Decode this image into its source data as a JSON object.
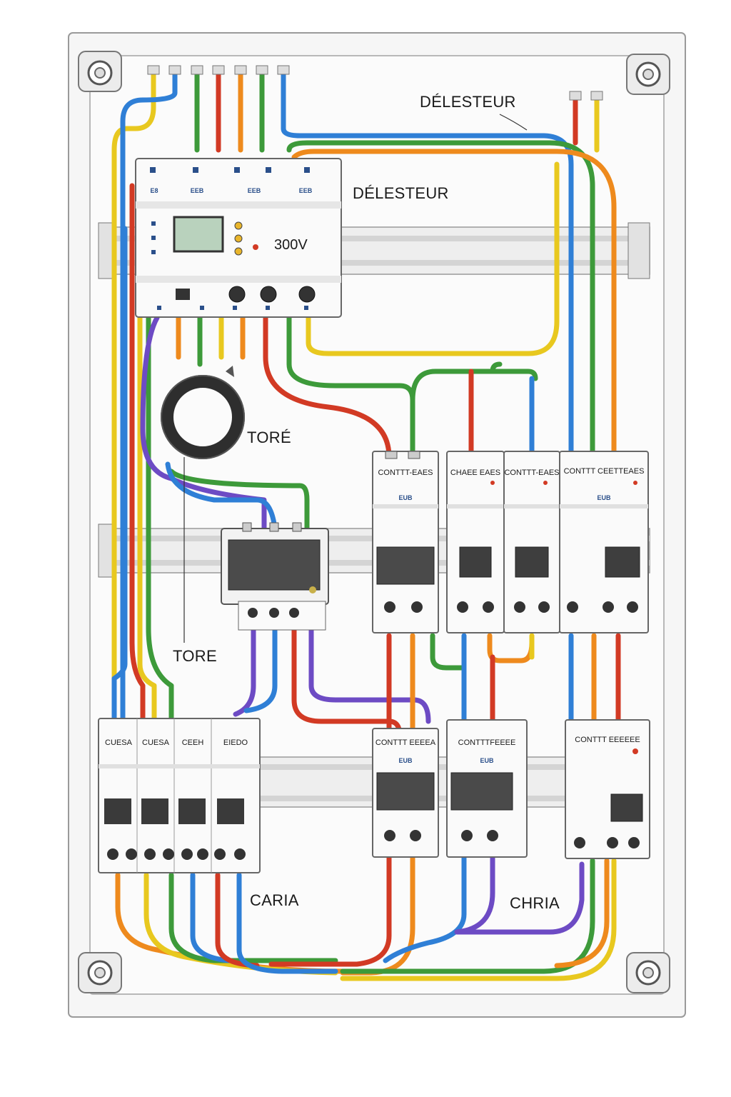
{
  "labels": {
    "delesteur_top": "DÉLESTEUR",
    "delesteur_side": "DÉLESTEUR",
    "voltage": "300V",
    "tore_main": "TORÉ",
    "tore_lower": "TORE",
    "caria_left": "CARIA",
    "caria_right": "CHRIA"
  },
  "main_module": {
    "top_labels": [
      "E8",
      "EEB",
      "EEB",
      "EEB"
    ]
  },
  "upper_modules": [
    {
      "label": "CONTTT-EAES",
      "sub": "EUB"
    },
    {
      "label": "CHAEE EAES",
      "sub": ""
    },
    {
      "label": "CONTTT-EAES",
      "sub": ""
    },
    {
      "label": "CONTTT CEETTEAES",
      "sub": "EUB"
    }
  ],
  "lower_left_breakers": [
    "CUESA",
    "CUESA",
    "CEEH",
    "EIEDO"
  ],
  "lower_modules": [
    {
      "label": "CONTTT EEEEA",
      "sub": "EUB"
    },
    {
      "label": "CONTTTFEEEE",
      "sub": "EUB"
    },
    {
      "label": "CONTTT EEEEEE",
      "sub": ""
    }
  ],
  "colors": {
    "panel": "#f4f4f4",
    "rail": "#d9d9d9",
    "wire_red": "#d23a24",
    "wire_orange": "#ee8a1d",
    "wire_yellow": "#e8c81f",
    "wire_green": "#3d9a3a",
    "wire_blue": "#2f7fd6",
    "wire_purple": "#6d4bc4"
  }
}
